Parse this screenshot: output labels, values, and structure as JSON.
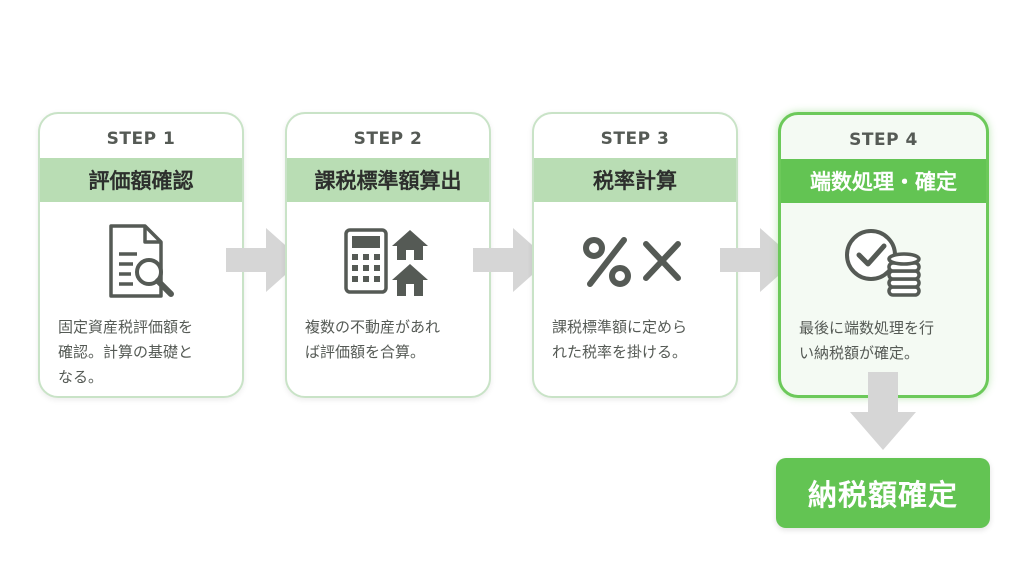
{
  "steps": [
    {
      "label": "STEP 1",
      "title": "評価額確認",
      "icon": "document-search-icon",
      "desc_lines": [
        "固定資産税評価額を",
        "確認。計算の基礎と",
        "なる。"
      ]
    },
    {
      "label": "STEP 2",
      "title": "課税標準額算出",
      "icon": "calculator-houses-icon",
      "desc_lines": [
        "複数の不動産があれ",
        "ば評価額を合算。"
      ]
    },
    {
      "label": "STEP 3",
      "title": "税率計算",
      "icon": "percent-multiply-icon",
      "desc_lines": [
        "課税標準額に定めら",
        "れた税率を掛ける。"
      ]
    },
    {
      "label": "STEP 4",
      "title": "端数処理・確定",
      "icon": "check-coins-icon",
      "desc_lines": [
        "最後に端数処理を行",
        "い納税額が確定。"
      ]
    }
  ],
  "result": {
    "label": "納税額確定"
  },
  "colors": {
    "band": "#b9ddb4",
    "accent": "#63c453",
    "border": "#c9e3c7",
    "text": "#555a55",
    "arrow": "#d6d6d6"
  }
}
